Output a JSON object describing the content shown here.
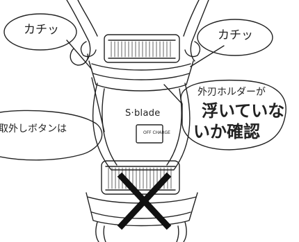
{
  "callouts": {
    "click_left": "カチッ",
    "click_right": "カチッ",
    "check_line1": "外刃ホルダーが",
    "check_line2": "浮いていな",
    "check_line3": "いか確認",
    "release_button": "取外しボタンは"
  },
  "device": {
    "brand": "S·blade",
    "switch_label": "OFF CHARGE"
  },
  "colors": {
    "line": "#222222",
    "background": "#ffffff",
    "cross": "#111111"
  }
}
